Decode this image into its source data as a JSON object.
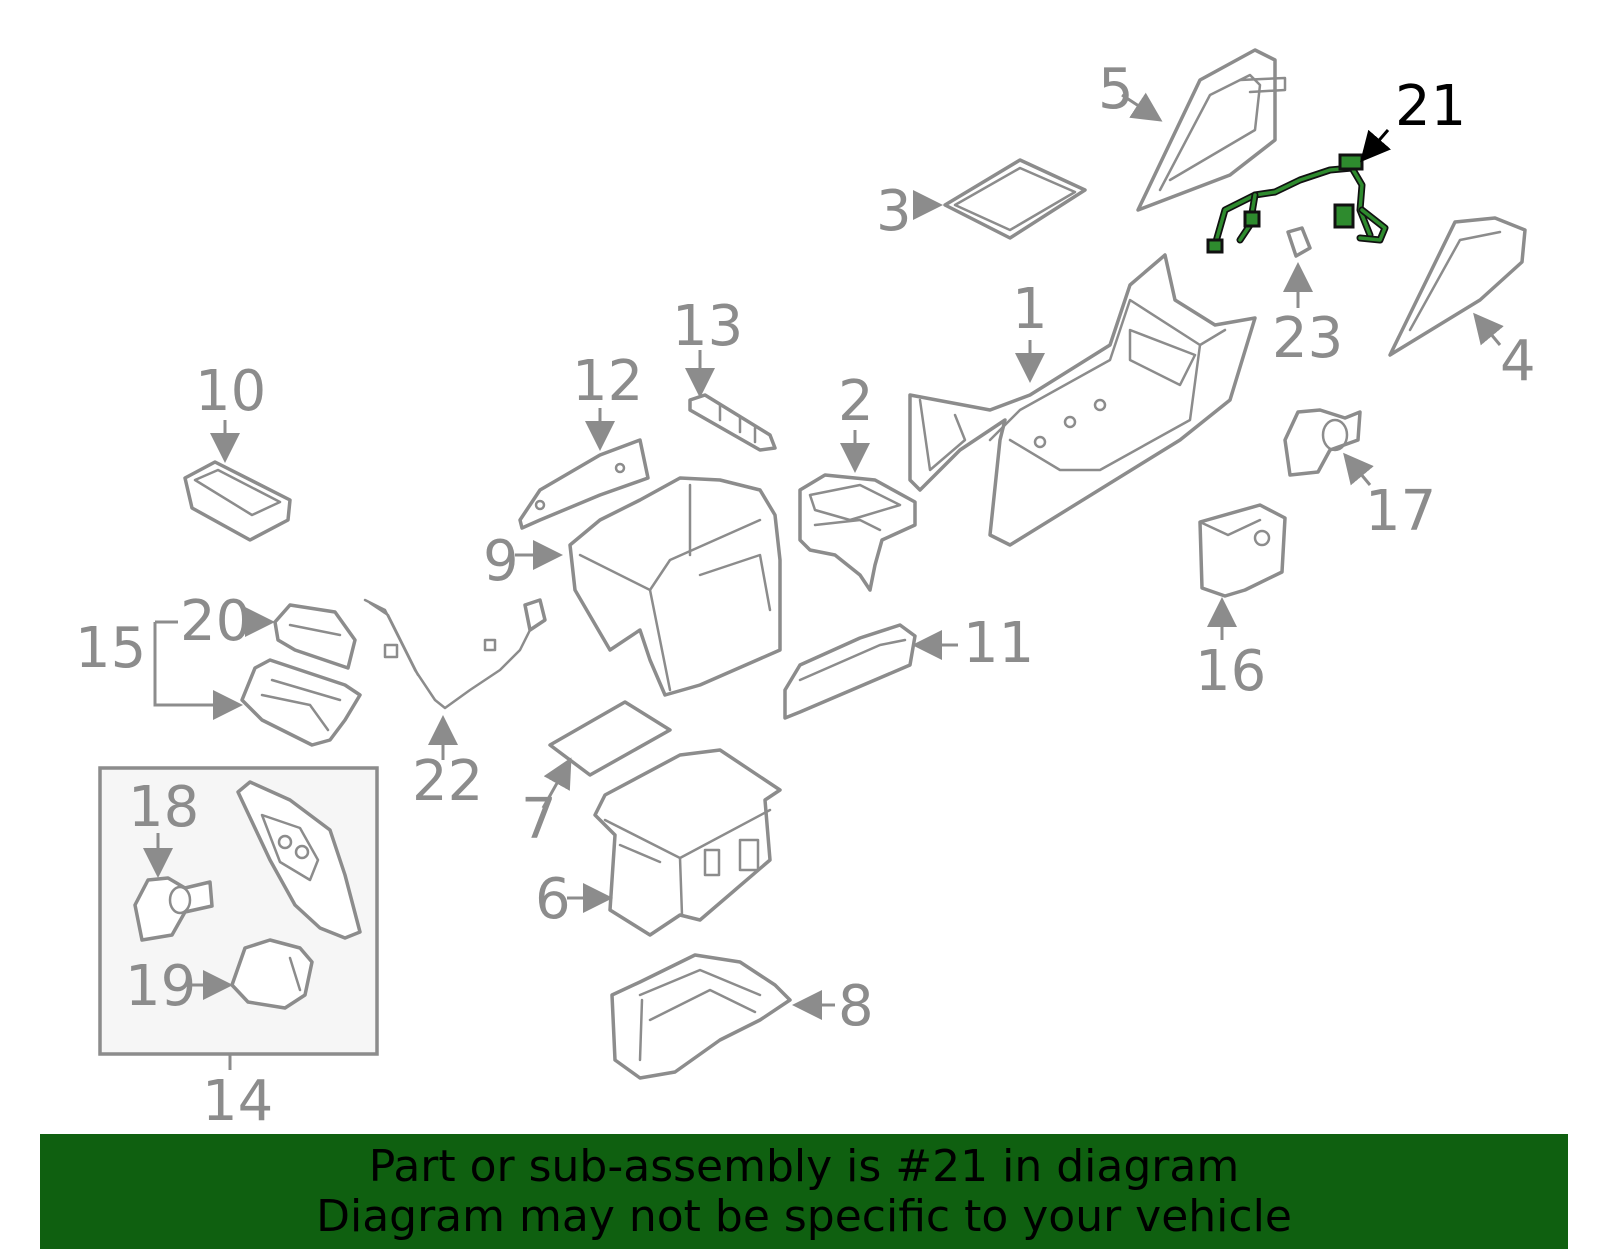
{
  "diagram": {
    "labels": [
      "1",
      "2",
      "3",
      "4",
      "5",
      "6",
      "7",
      "8",
      "9",
      "10",
      "11",
      "12",
      "13",
      "14",
      "15",
      "16",
      "17",
      "18",
      "19",
      "20",
      "21",
      "22",
      "23"
    ],
    "highlighted_part": "21",
    "highlight_color": "#2e8b2e",
    "banner_color": "#0f6010",
    "label_color": "#8c8c8c"
  },
  "banner": {
    "line1": "Part or sub-assembly is #21 in diagram",
    "line2": "Diagram may not be specific to your vehicle"
  }
}
